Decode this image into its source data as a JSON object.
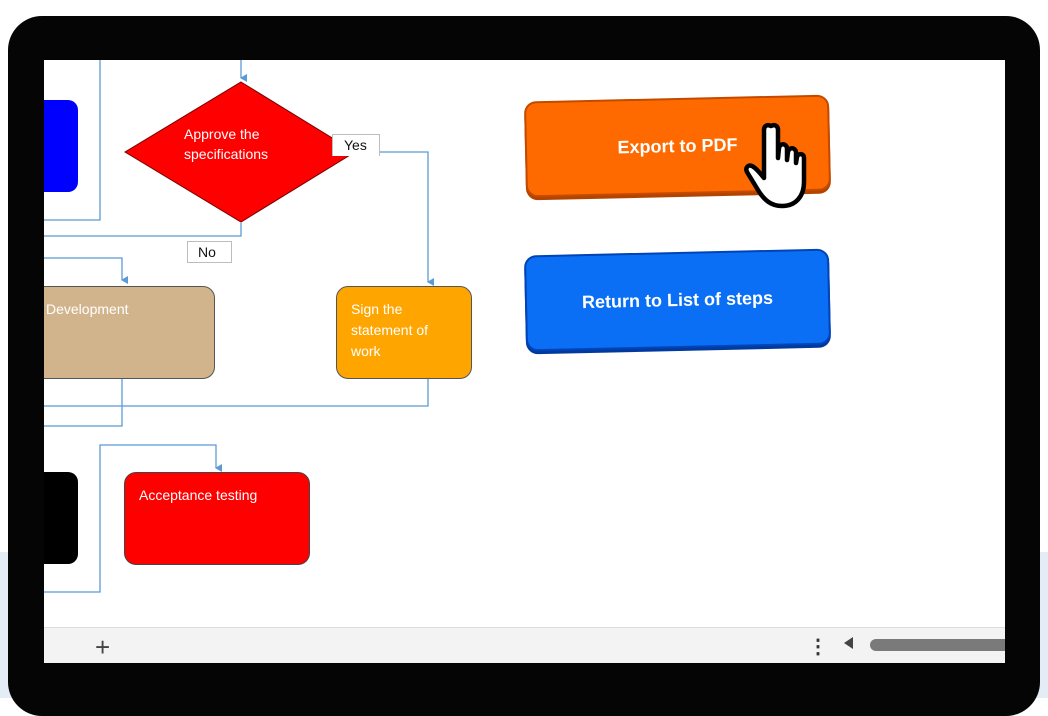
{
  "flowchart": {
    "decision": {
      "label": "Approve the specifications"
    },
    "yes_label": "Yes",
    "no_label": "No",
    "nodes": {
      "development": "Development",
      "sign": "Sign the statement of work",
      "acceptance": "Acceptance testing"
    }
  },
  "buttons": {
    "export": "Export to PDF",
    "return": "Return to List of steps"
  },
  "sheet_bar": {
    "add_icon": "+",
    "more_icon": "⋮"
  },
  "colors": {
    "decision": "#ff0000",
    "development": "#d2b48c",
    "sign": "#ffa500",
    "acceptance": "#ff0000",
    "export_button": "#ff6a00",
    "return_button": "#0a6ff5",
    "connector": "#5b9bd5"
  }
}
